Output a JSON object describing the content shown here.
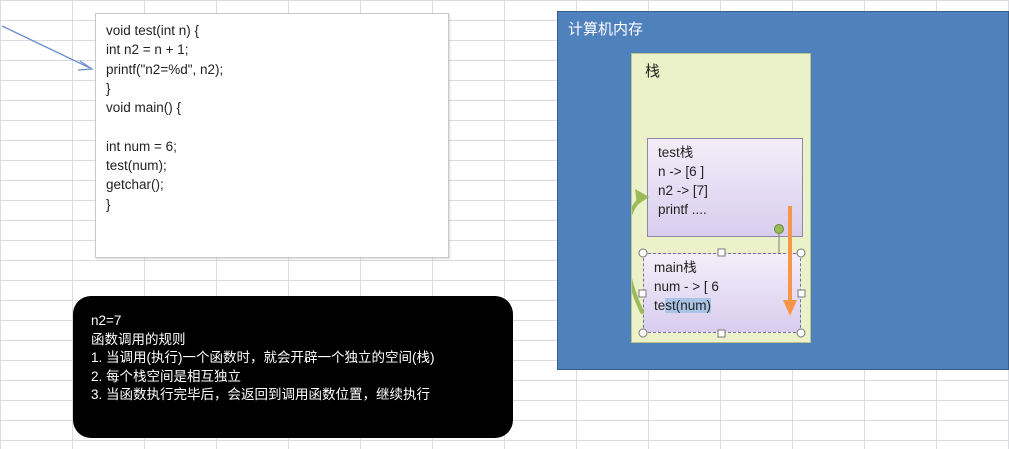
{
  "code": {
    "lines": [
      "void test(int n) {",
      "int n2 = n + 1;",
      "printf(\"n2=%d\", n2);",
      "}",
      "void main() {",
      "",
      "int num = 6;",
      "test(num);",
      "getchar();",
      "}"
    ]
  },
  "rules": {
    "lines": [
      "n2=7",
      "函数调用的规则",
      "1. 当调用(执行)一个函数时，就会开辟一个独立的空间(栈)",
      "2. 每个栈空间是相互独立",
      "3. 当函数执行完毕后，会返回到调用函数位置，继续执行"
    ]
  },
  "memory": {
    "title": "计算机内存",
    "stack": {
      "title": "栈",
      "test_frame": {
        "lines": [
          "test栈",
          "n -> [6 ]",
          "n2 -> [7]",
          "printf ...."
        ]
      },
      "main_frame": {
        "title": "main栈",
        "num_line": "num - > [ 6",
        "call_prefix": "te",
        "call_highlight": "st(num)"
      }
    }
  },
  "colors": {
    "memory_bg": "#4f81bd",
    "stack_bg": "#ebf1c9",
    "frame_bg": "#e4dcf3",
    "curved_arrow": "#9bbb59",
    "down_arrow": "#f79646",
    "pointer_arrow": "#6d8fd0"
  }
}
